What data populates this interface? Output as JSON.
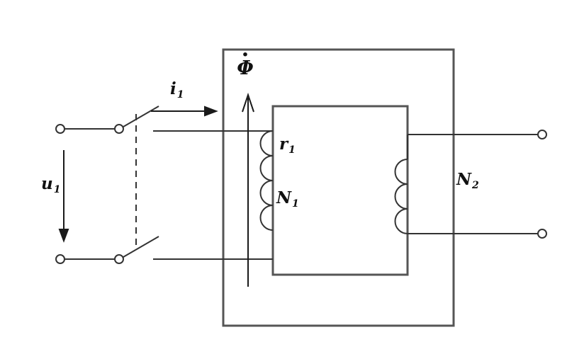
{
  "diagram": {
    "colors": {
      "core": "#555555",
      "wire": "#333333",
      "annotation": "#1a1a1a",
      "label": "#111111",
      "background": "#ffffff"
    },
    "labels": {
      "flux": {
        "dot": "·",
        "base": "Φ"
      },
      "current": {
        "base": "i",
        "sub": "1"
      },
      "voltage": {
        "base": "u",
        "sub": "1"
      },
      "resistance": {
        "base": "r",
        "sub": "1"
      },
      "primary_turns": {
        "base": "N",
        "sub": "1"
      },
      "secondary_turns": {
        "base": "N",
        "sub": "2"
      }
    }
  }
}
